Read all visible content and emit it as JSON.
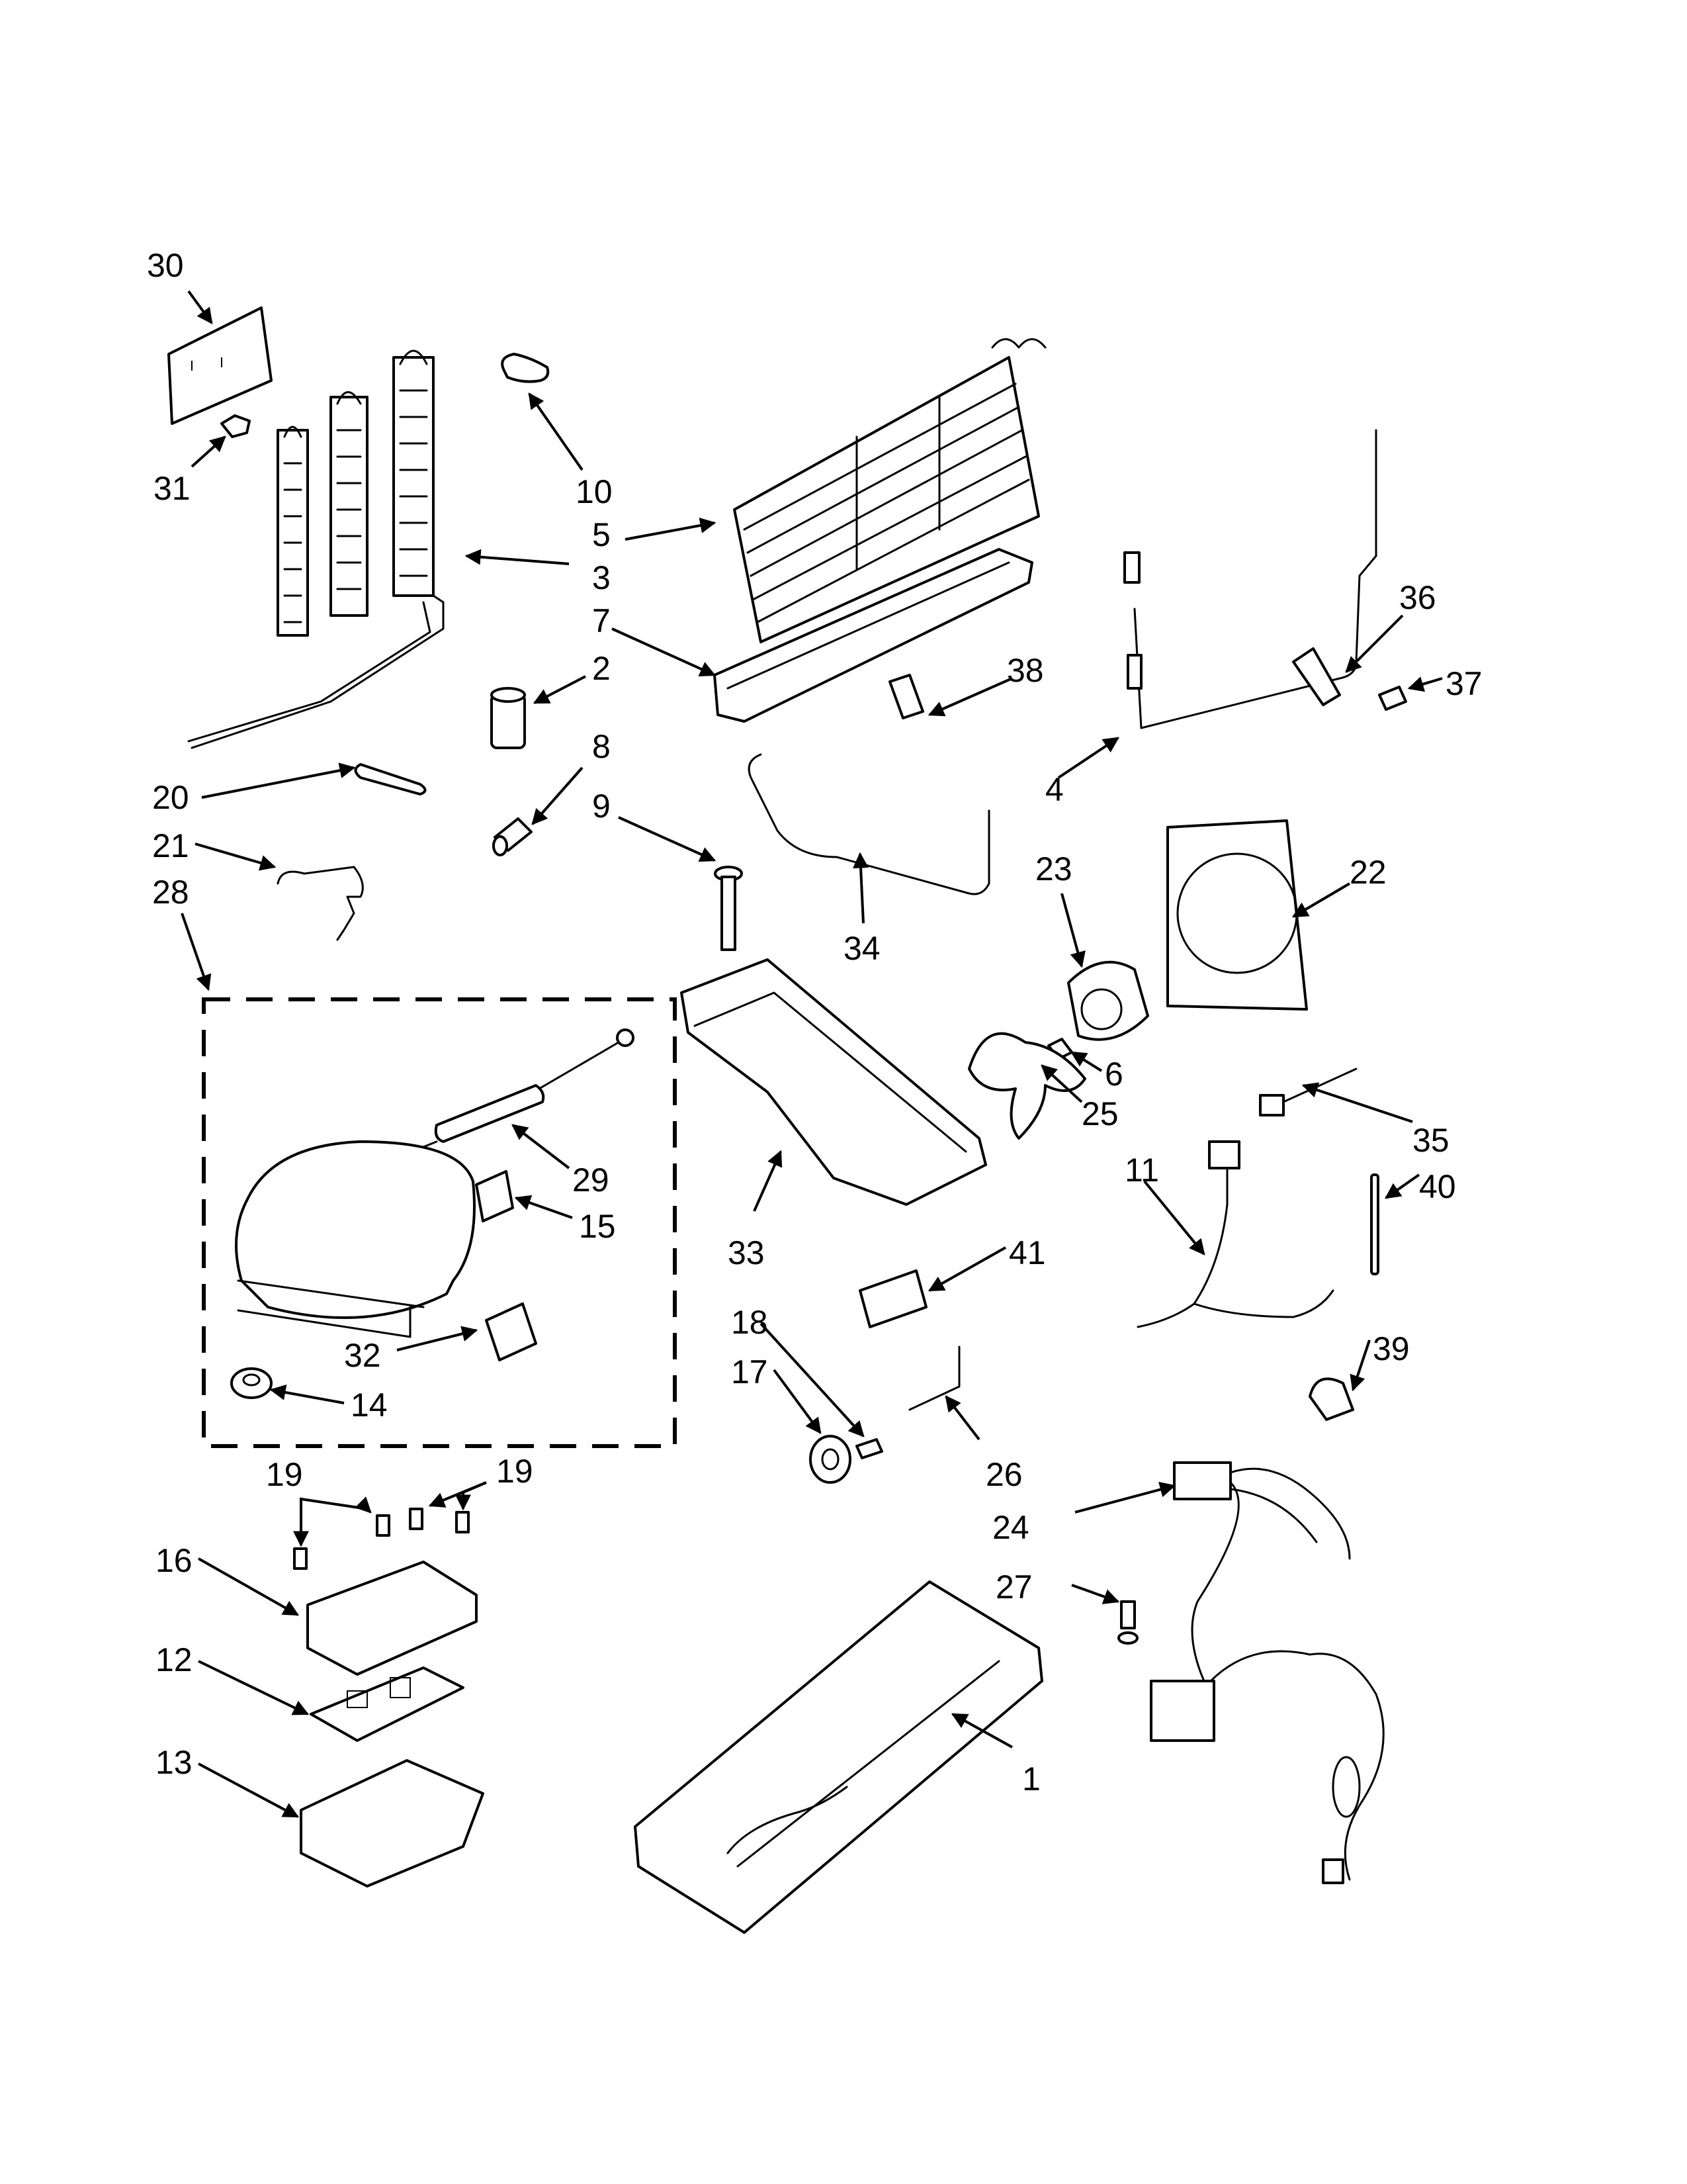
{
  "callouts": {
    "c1": "1",
    "c2": "2",
    "c3": "3",
    "c4": "4",
    "c5": "5",
    "c6": "6",
    "c7": "7",
    "c8": "8",
    "c9": "9",
    "c10": "10",
    "c11": "11",
    "c12": "12",
    "c13": "13",
    "c14": "14",
    "c15": "15",
    "c16": "16",
    "c17": "17",
    "c18": "18",
    "c19a": "19",
    "c19b": "19",
    "c20": "20",
    "c21": "21",
    "c22": "22",
    "c23": "23",
    "c24": "24",
    "c25": "25",
    "c26": "26",
    "c27": "27",
    "c28": "28",
    "c29": "29",
    "c30": "30",
    "c31": "31",
    "c32": "32",
    "c33": "33",
    "c34": "34",
    "c35": "35",
    "c36": "36",
    "c37": "37",
    "c38": "38",
    "c39": "39",
    "c40": "40",
    "c41": "41"
  },
  "style": {
    "line_color": "#000000",
    "background": "#ffffff"
  }
}
